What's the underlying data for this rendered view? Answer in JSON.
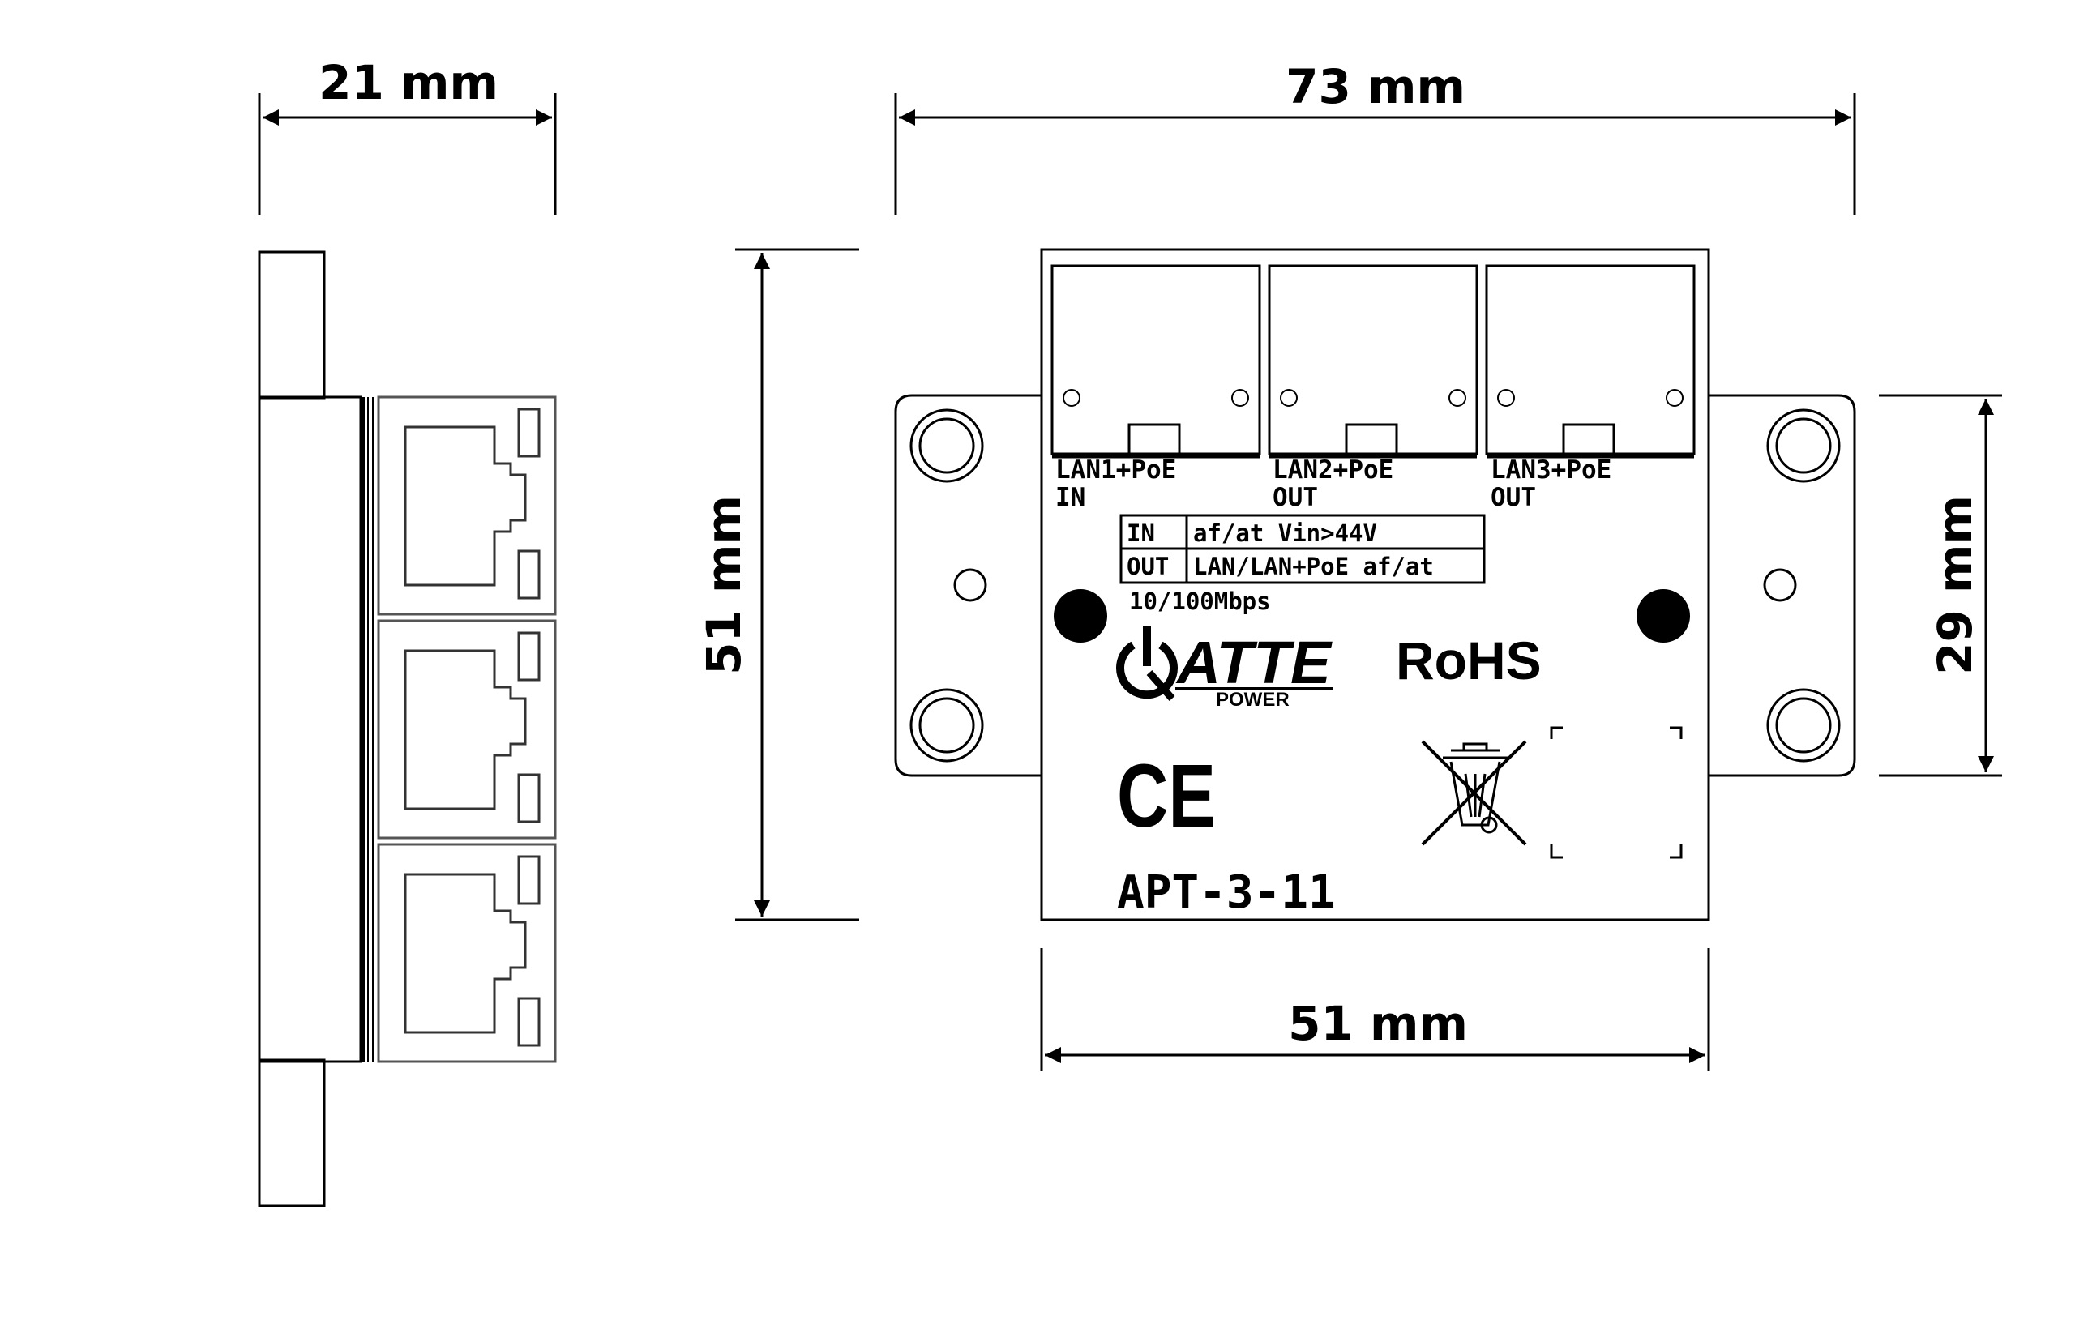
{
  "dimensions": {
    "side_width": "21 mm",
    "total_width": "73 mm",
    "body_height": "51 mm",
    "mount_height": "29 mm",
    "body_width": "51 mm"
  },
  "ports": [
    {
      "label": "LAN1+PoE",
      "role": "IN"
    },
    {
      "label": "LAN2+PoE",
      "role": "OUT"
    },
    {
      "label": "LAN3+PoE",
      "role": "OUT"
    }
  ],
  "spec_table": {
    "rows": [
      {
        "key": "IN",
        "value": "af/at Vin>44V"
      },
      {
        "key": "OUT",
        "value": "LAN/LAN+PoE af/at"
      }
    ],
    "speed": "10/100Mbps"
  },
  "branding": {
    "logo_main": "ATTE",
    "logo_sub": "POWER",
    "rohs": "RoHS",
    "ce": "CE",
    "model": "APT-3-11"
  },
  "colors": {
    "line": "#000000",
    "background": "#ffffff",
    "port_frame": "#555555"
  }
}
